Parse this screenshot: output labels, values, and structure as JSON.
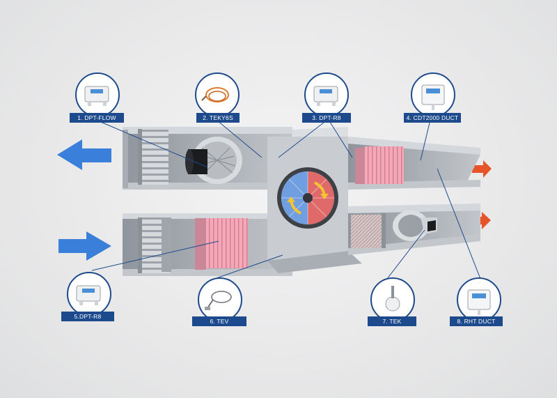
{
  "sensors": [
    {
      "id": "s1",
      "label": "1. DPT-FLOW",
      "icon": "pressure-transmitter-icon"
    },
    {
      "id": "s2",
      "label": "2. TEKY6S",
      "icon": "temperature-cable-icon"
    },
    {
      "id": "s3",
      "label": "3. DPT-R8",
      "icon": "pressure-transmitter-icon"
    },
    {
      "id": "s4",
      "label": "4. CDT2000 DUCT",
      "icon": "co2-transmitter-icon"
    },
    {
      "id": "s5",
      "label": "5.DPT-R8",
      "icon": "pressure-transmitter-icon"
    },
    {
      "id": "s6",
      "label": "6. TEV",
      "icon": "temperature-sensor-icon"
    },
    {
      "id": "s7",
      "label": "7. TEK",
      "icon": "duct-temperature-sensor-icon"
    },
    {
      "id": "s8",
      "label": "8. RHT DUCT",
      "icon": "humidity-transmitter-icon"
    }
  ],
  "colors": {
    "label_bg": "#1d4a8c",
    "supply_arrow": "#3a7fd9",
    "exhaust_arrow": "#e8542a",
    "filter": "#f2a9b8",
    "unit_metal": "#b7bbc0"
  }
}
